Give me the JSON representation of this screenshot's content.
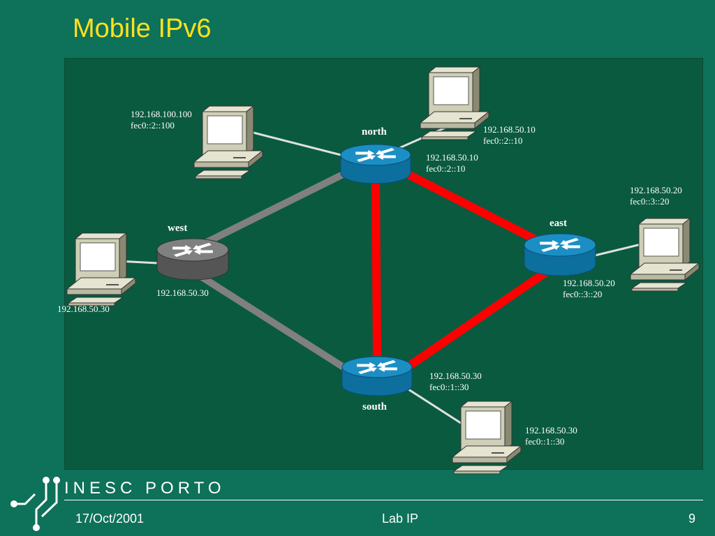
{
  "slide": {
    "title": "Mobile IPv6",
    "brand": "INESC PORTO",
    "footer": {
      "date": "17/Oct/2001",
      "center": "Lab IP",
      "page": "9"
    }
  },
  "colors": {
    "background": "#0e7159",
    "panel": "#0a5a40",
    "title": "#ffe11f",
    "red_link": "#ff0000",
    "gray_link": "#808080",
    "router_blue": "#1b8fc4",
    "router_gray": "#707070"
  },
  "routers": [
    {
      "id": "north",
      "name": "north",
      "color": "blue"
    },
    {
      "id": "west",
      "name": "west",
      "color": "gray"
    },
    {
      "id": "east",
      "name": "east",
      "color": "blue"
    },
    {
      "id": "south",
      "name": "south",
      "color": "blue"
    }
  ],
  "links": [
    {
      "from": "north",
      "to": "west",
      "color": "gray"
    },
    {
      "from": "west",
      "to": "south",
      "color": "gray"
    },
    {
      "from": "north",
      "to": "south",
      "color": "red"
    },
    {
      "from": "north",
      "to": "east",
      "color": "red"
    },
    {
      "from": "east",
      "to": "south",
      "color": "red"
    }
  ],
  "labels": {
    "host_nw": {
      "ipv4": "192.168.100.100",
      "ipv6": "fec0::2::100"
    },
    "host_north": {
      "ipv4": "192.168.50.10",
      "ipv6": "fec0::2::10"
    },
    "router_north": {
      "ipv4": "192.168.50.10",
      "ipv6": "fec0::2::10"
    },
    "host_east": {
      "ipv4": "192.168.50.20",
      "ipv6": "fec0::3::20"
    },
    "router_east": {
      "ipv4": "192.168.50.20",
      "ipv6": "fec0::3::20"
    },
    "router_west": {
      "ipv4": "192.168.50.30"
    },
    "host_west": {
      "ipv4": "192.168.50.30"
    },
    "router_south": {
      "ipv4": "192.168.50.30",
      "ipv6": "fec0::1::30"
    },
    "host_south": {
      "ipv4": "192.168.50.30",
      "ipv6": "fec0::1::30"
    }
  }
}
